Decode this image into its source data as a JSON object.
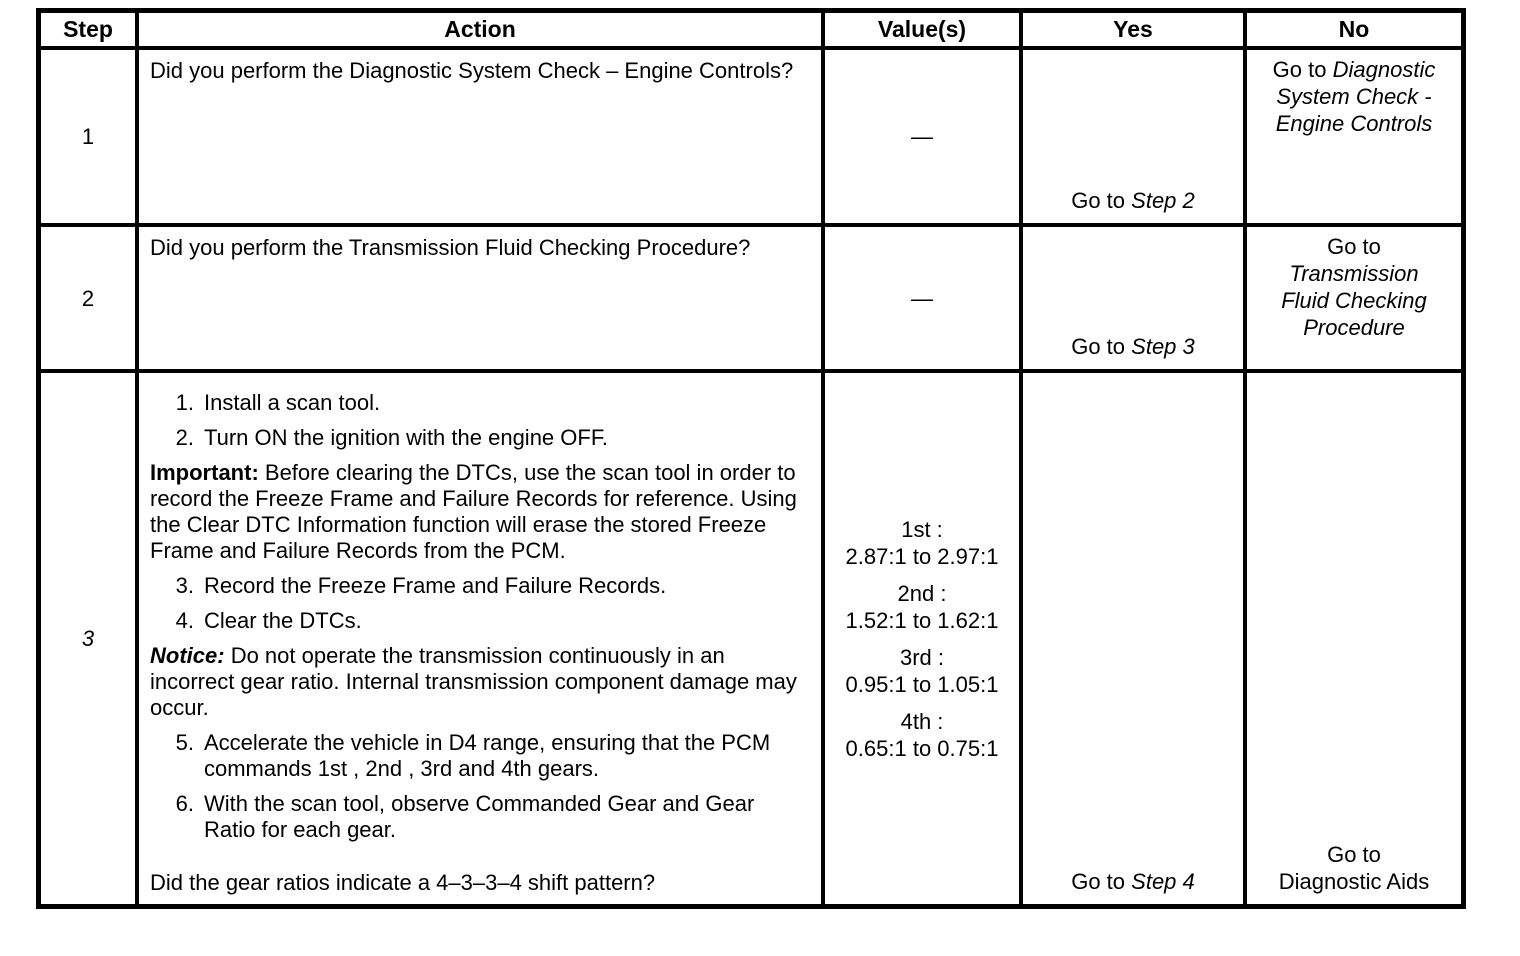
{
  "header": {
    "step": "Step",
    "action": "Action",
    "values": "Value(s)",
    "yes": "Yes",
    "no": "No"
  },
  "rows": [
    {
      "step": "1",
      "action_question": "Did you perform the Diagnostic System Check – Engine Controls?",
      "value": "—",
      "yes": {
        "goto": "Go to",
        "target": "Step 2"
      },
      "no": {
        "goto": "Go to",
        "target": "Diagnostic System Check - Engine Controls"
      }
    },
    {
      "step": "2",
      "action_question": "Did you perform the Transmission Fluid Checking Procedure?",
      "value": "—",
      "yes": {
        "goto": "Go to",
        "target": "Step 3"
      },
      "no": {
        "goto": "Go to",
        "target": "Transmission Fluid Checking Procedure"
      }
    },
    {
      "step": "3",
      "action": {
        "items_a": [
          {
            "num": "1.",
            "text": "Install a scan tool."
          },
          {
            "num": "2.",
            "text": "Turn ON the ignition with the engine OFF."
          }
        ],
        "important": {
          "label": "Important:",
          "text": "Before clearing the DTCs, use the scan tool in order to record the Freeze Frame and Failure Records for reference. Using the Clear DTC Information function will erase the stored Freeze Frame and Failure Records from the PCM."
        },
        "items_b": [
          {
            "num": "3.",
            "text": "Record the Freeze Frame and Failure Records."
          },
          {
            "num": "4.",
            "text": "Clear the DTCs."
          }
        ],
        "notice": {
          "label": "Notice:",
          "text": "Do not operate the transmission continuously in an incorrect gear ratio. Internal transmission component damage may occur."
        },
        "items_c": [
          {
            "num": "5.",
            "text": "Accelerate the vehicle in D4 range, ensuring that the PCM commands 1st , 2nd , 3rd and 4th gears."
          },
          {
            "num": "6.",
            "text": "With the scan tool, observe Commanded Gear and Gear Ratio for each gear."
          }
        ],
        "question": "Did the gear ratios indicate a 4–3–3–4 shift pattern?"
      },
      "values": [
        {
          "gear": "1st :",
          "range": "2.87:1 to 2.97:1"
        },
        {
          "gear": "2nd :",
          "range": "1.52:1 to 1.62:1"
        },
        {
          "gear": "3rd :",
          "range": "0.95:1 to 1.05:1"
        },
        {
          "gear": "4th :",
          "range": "0.65:1 to 0.75:1"
        }
      ],
      "yes": {
        "goto": "Go to",
        "target": "Step 4"
      },
      "no": {
        "goto": "Go to",
        "target": "Diagnostic Aids"
      }
    }
  ]
}
